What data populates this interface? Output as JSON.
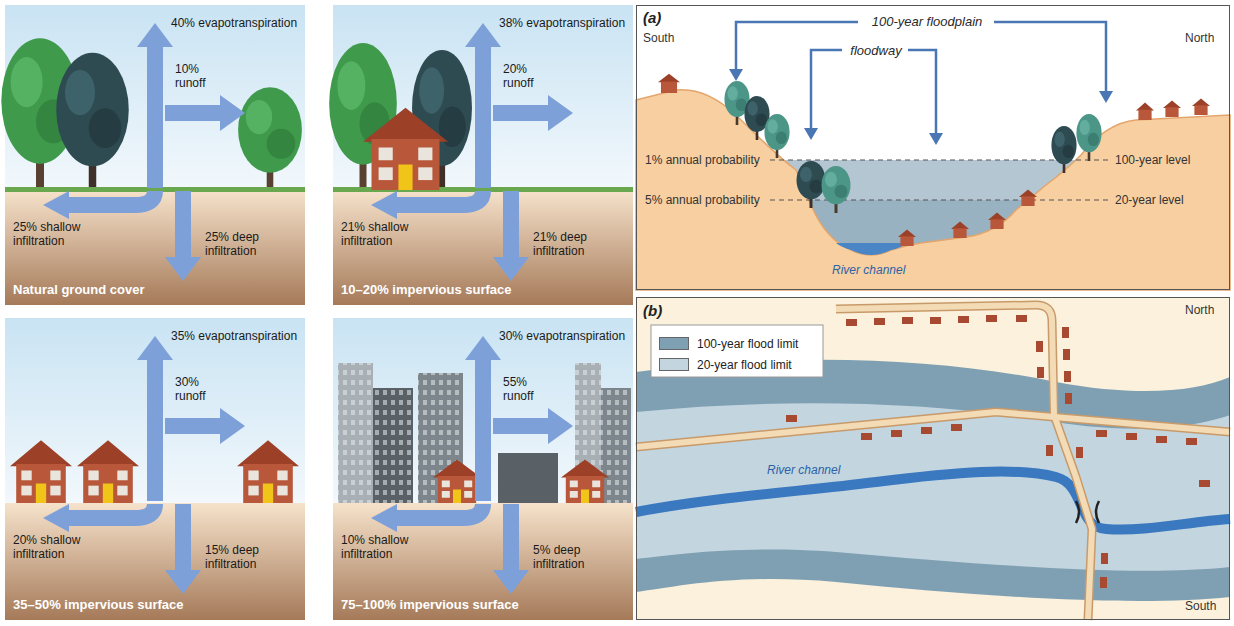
{
  "diagram": {
    "nodes": [
      {
        "text": [
          "40% evapotranspiration",
          "10% runoff",
          "25% shallow infiltration",
          "25% deep infiltration",
          "Natural ground cover"
        ]
      },
      {
        "text": [
          "38% evapotranspiration",
          "20% runoff",
          "21% shallow infiltration",
          "21% deep infiltration",
          "10–20% impervious surface"
        ]
      },
      {
        "text": [
          "35% evapotranspiration",
          "30% runoff",
          "20% shallow infiltration",
          "15% deep infiltration",
          "35–50% impervious surface"
        ]
      },
      {
        "text": [
          "30% evapotranspiration",
          "55% runoff",
          "10% shallow infiltration",
          "5% deep infiltration",
          "75–100% impervious surface"
        ]
      },
      {
        "text": [
          "(a)",
          "South",
          "North",
          "100-year floodplain",
          "floodway",
          "1% annual probability",
          "5% annual probability",
          "100-year level",
          "20-year level",
          "River channel"
        ]
      },
      {
        "text": [
          "(b)",
          "North",
          "South",
          "River channel"
        ]
      }
    ],
    "legend": [
      {
        "text": "100-year flood limit",
        "color": "#7f9fb3"
      },
      {
        "text": "20-year flood limit",
        "color": "#c3d5df"
      }
    ]
  }
}
